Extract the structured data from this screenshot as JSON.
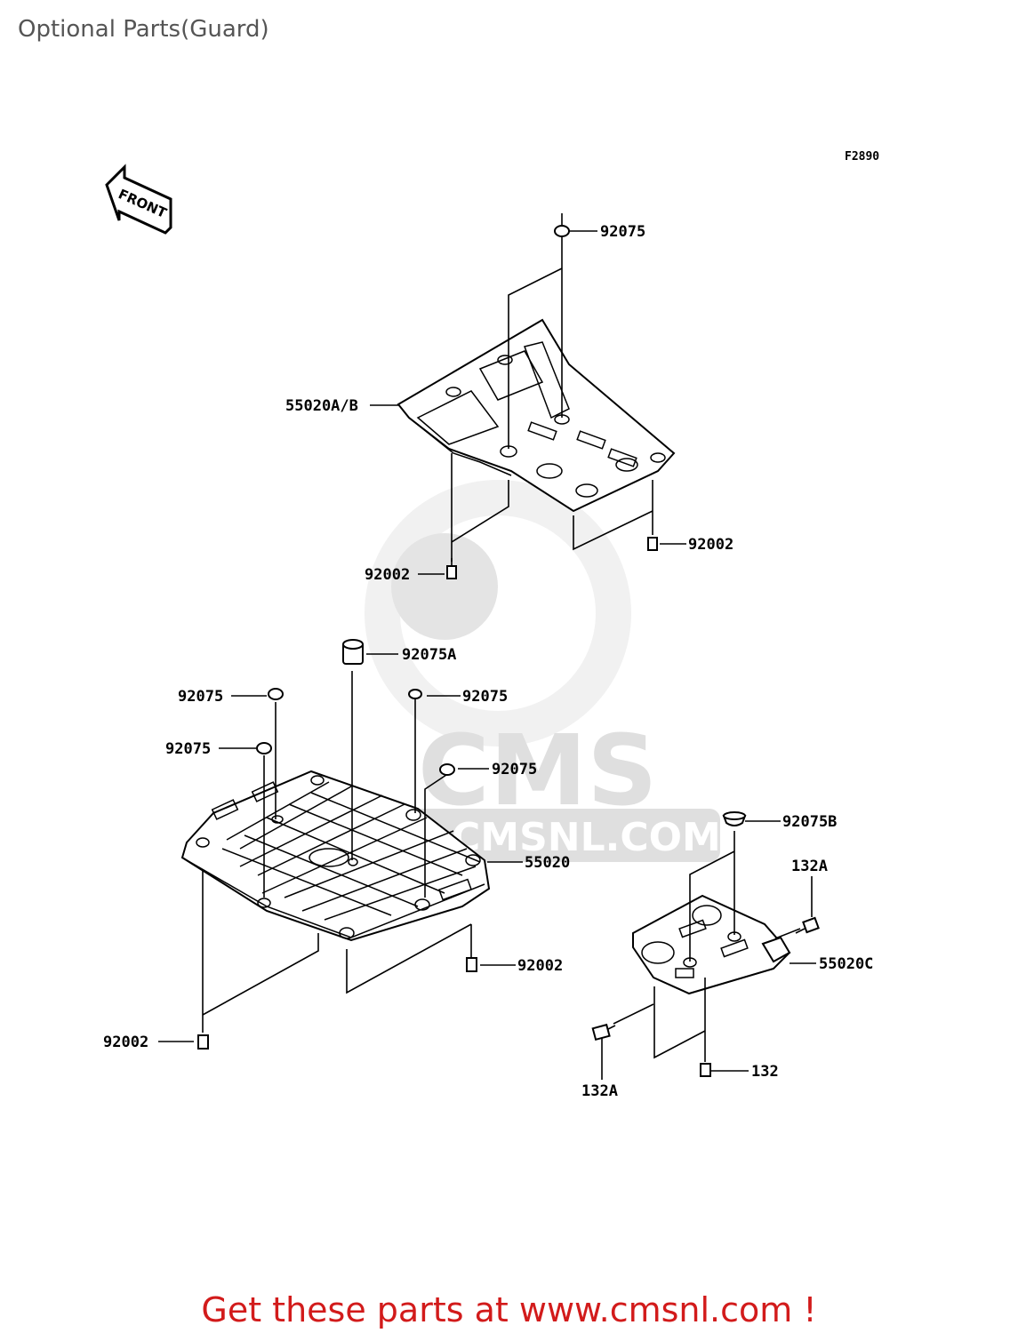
{
  "page": {
    "title": "Optional Parts(Guard)",
    "diagram_code": "F2890",
    "front_label": "FRONT"
  },
  "labels": {
    "a_92075": "92075",
    "a_55020ab": "55020A/B",
    "a_92002_left": "92002",
    "a_92002_right": "92002",
    "b_92075a": "92075A",
    "b_92075_1": "92075",
    "b_92075_2": "92075",
    "b_92075_3": "92075",
    "b_92075_4": "92075",
    "b_55020": "55020",
    "b_92002_right": "92002",
    "b_92002_left": "92002",
    "c_92075b": "92075B",
    "c_132a_top": "132A",
    "c_55020c": "55020C",
    "c_132a_bottom": "132A",
    "c_132": "132"
  },
  "watermark": {
    "brand": "CMS",
    "site": "CMSNL.COM"
  },
  "footer": {
    "text": "Get these parts at www.cmsnl.com !"
  }
}
